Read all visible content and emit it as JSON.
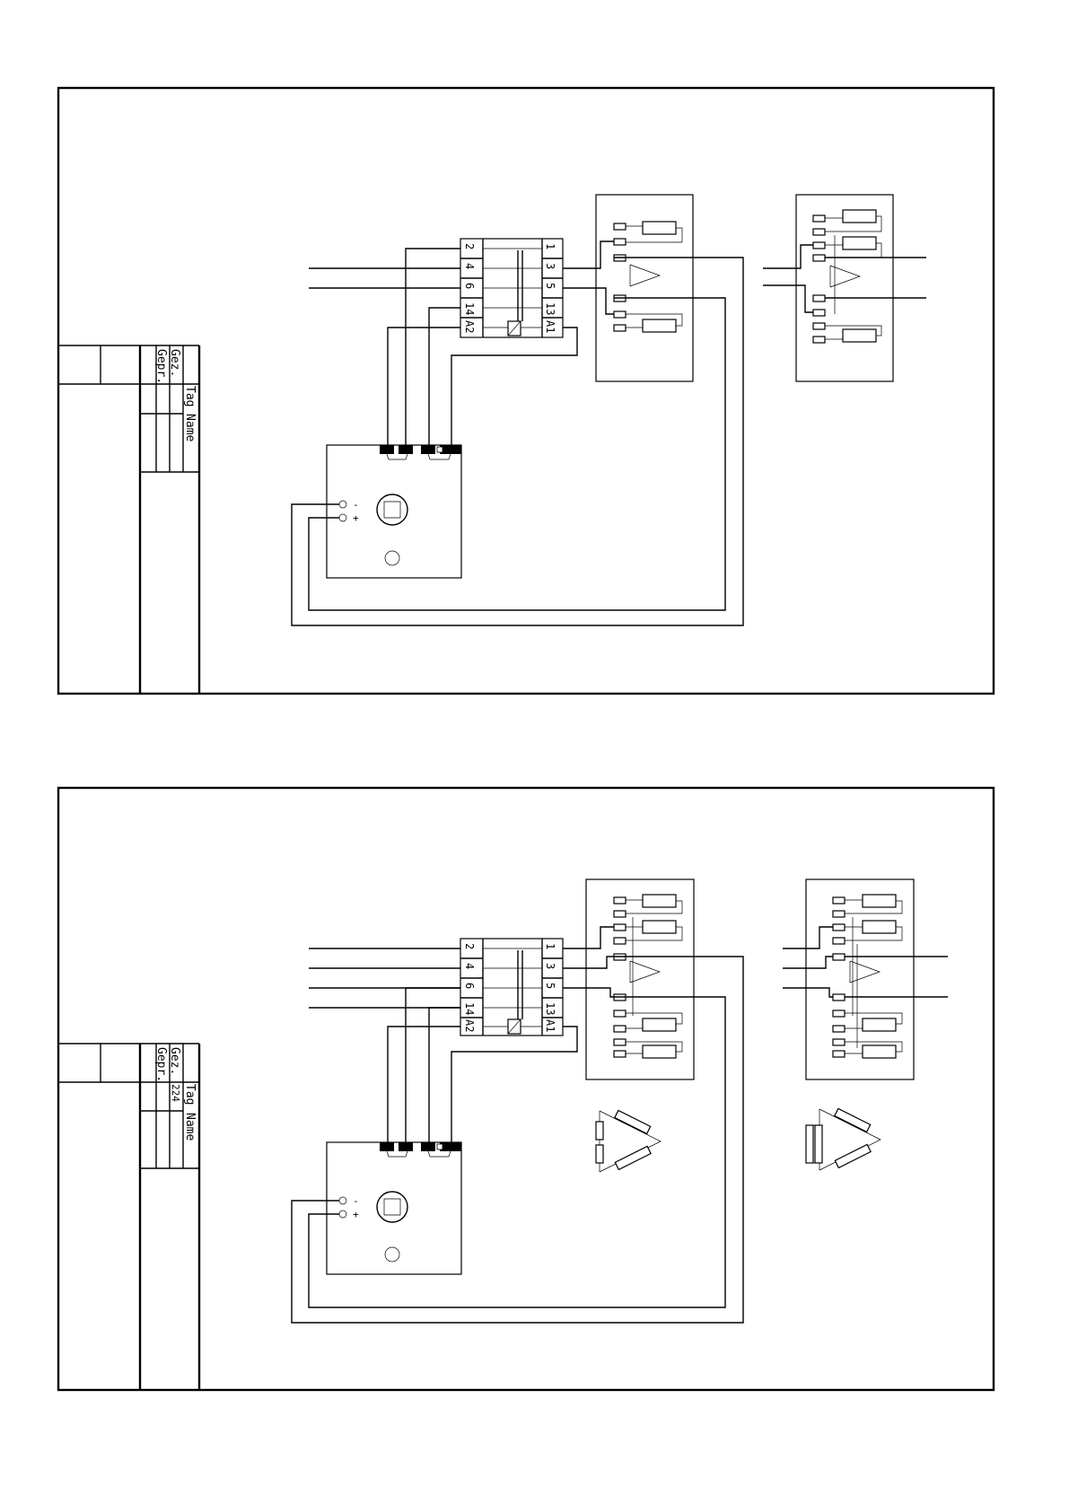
{
  "title_blocks": [
    {
      "drawn_label": "Gez.",
      "checked_label": "Gepr.",
      "date_label": "Tag",
      "name_label": "Name",
      "drawn_value": ""
    },
    {
      "drawn_label": "Gez.",
      "checked_label": "Gepr.",
      "date_label": "Tag",
      "name_label": "Name",
      "drawn_value": "224"
    }
  ],
  "contactor_left_terminals": [
    "2",
    "4",
    "6",
    "14",
    "A2"
  ],
  "contactor_right_terminals": [
    "1",
    "3",
    "5",
    "13",
    "A1"
  ],
  "power_supply": {
    "minus_label": "-",
    "plus_label": "+"
  }
}
